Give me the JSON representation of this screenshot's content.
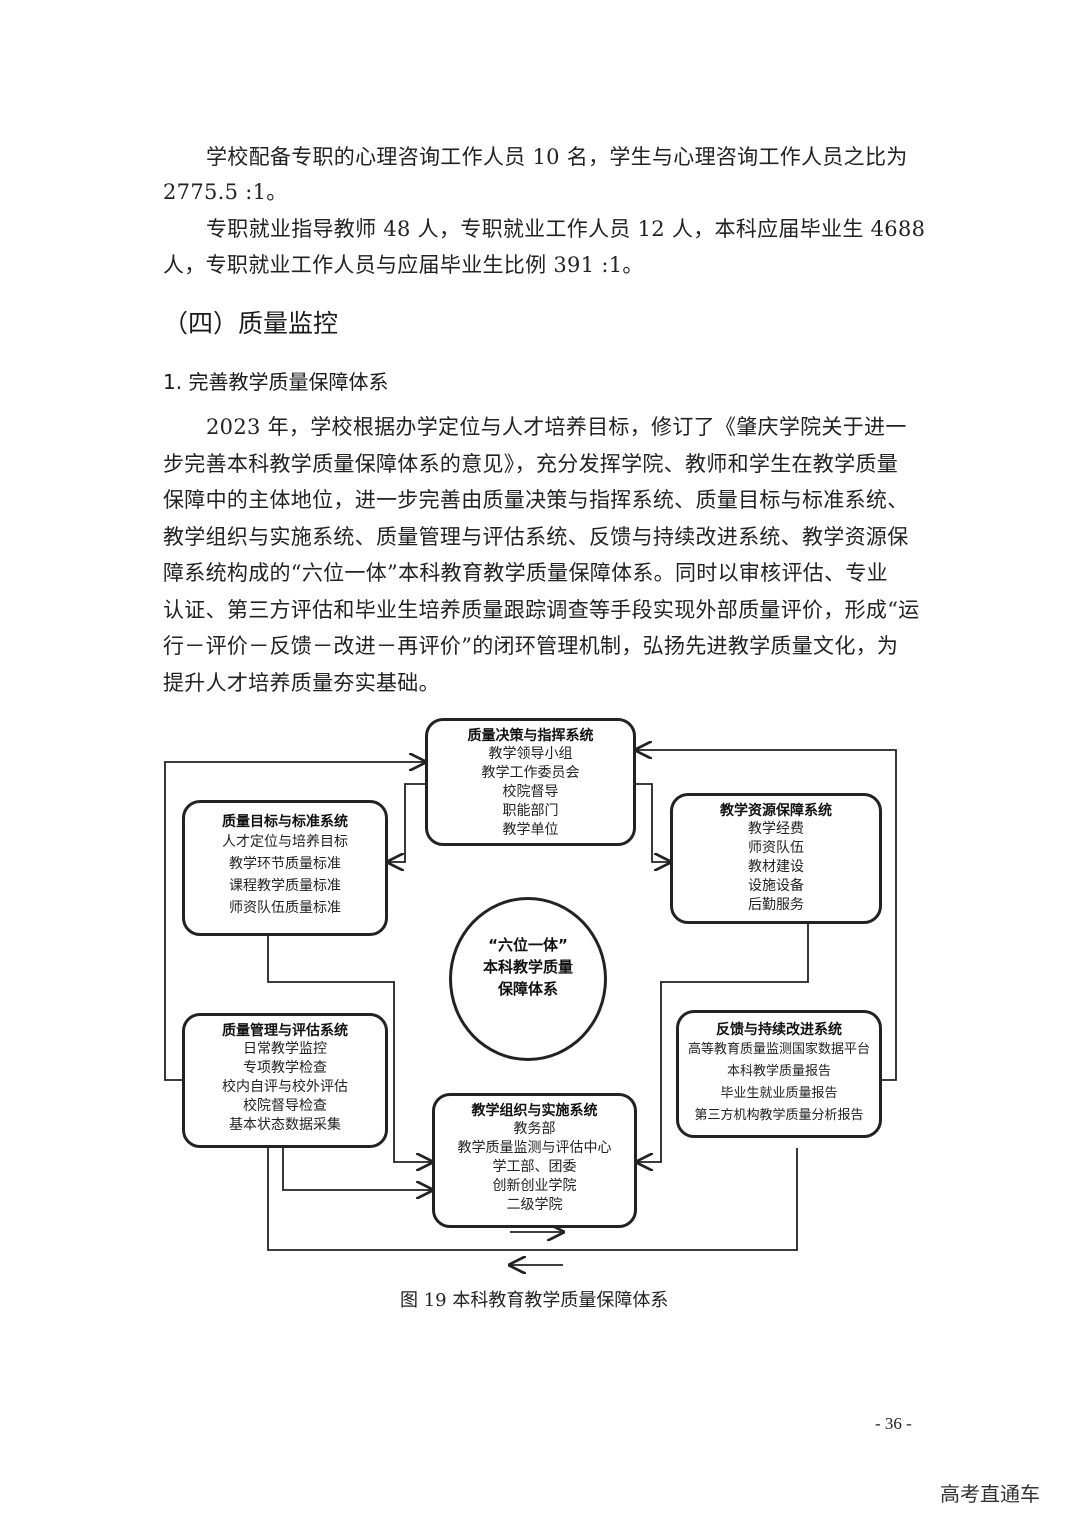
{
  "paragraphs": [
    "学校配备专职的心理咨询工作人员 10 名，学生与心理咨询工作人员之比为",
    "2775.5 :1。",
    "专职就业指导教师 48 人，专职就业工作人员 12 人，本科应届毕业生 4688",
    "人，专职就业工作人员与应届毕业生比例 391 :1。"
  ],
  "section_heading": "（四）质量监控",
  "subsection_heading": "1. 完善教学质量保障体系",
  "body_lines": [
    "2023 年，学校根据办学定位与人才培养目标，修订了《肇庆学院关于进一",
    "步完善本科教学质量保障体系的意见》，充分发挥学院、教师和学生在教学质量",
    "保障中的主体地位，进一步完善由质量决策与指挥系统、质量目标与标准系统、",
    "教学组织与实施系统、质量管理与评估系统、反馈与持续改进系统、教学资源保",
    "障系统构成的“六位一体”本科教育教学质量保障体系。同时以审核评估、专业",
    "认证、第三方评估和毕业生培养质量跟踪调查等手段实现外部质量评价，形成“运",
    "行－评价－反馈－改进－再评价”的闭环管理机制，弘扬先进教学质量文化，为",
    "提升人才培养质量夯实基础。"
  ],
  "diagram": {
    "center": [
      "“六位一体”",
      "本科教学质量",
      "保障体系"
    ],
    "boxes": {
      "decision": {
        "title": "质量决策与指挥系统",
        "items": [
          "教学领导小组",
          "教学工作委员会",
          "校院督导",
          "职能部门",
          "教学单位"
        ]
      },
      "standards": {
        "title": "质量目标与标准系统",
        "items": [
          "人才定位与培养目标",
          "教学环节质量标准",
          "课程教学质量标准",
          "师资队伍质量标准"
        ]
      },
      "resources": {
        "title": "教学资源保障系统",
        "items": [
          "教学经费",
          "师资队伍",
          "教材建设",
          "设施设备",
          "后勤服务"
        ]
      },
      "management": {
        "title": "质量管理与评估系统",
        "items": [
          "日常教学监控",
          "专项教学检查",
          "校内自评与校外评估",
          "校院督导检查",
          "基本状态数据采集"
        ]
      },
      "feedback": {
        "title": "反馈与持续改进系统",
        "items": [
          "高等教育质量监测国家数据平台",
          "本科教学质量报告",
          "毕业生就业质量报告",
          "第三方机构教学质量分析报告"
        ]
      },
      "organization": {
        "title": "教学组织与实施系统",
        "items": [
          "教务部",
          "教学质量监测与评估中心",
          "学工部、团委",
          "创新创业学院",
          "二级学院"
        ]
      }
    }
  },
  "caption": "图 19  本科教育教学质量保障体系",
  "page_number": "- 36 -",
  "watermark": "高考直通车"
}
